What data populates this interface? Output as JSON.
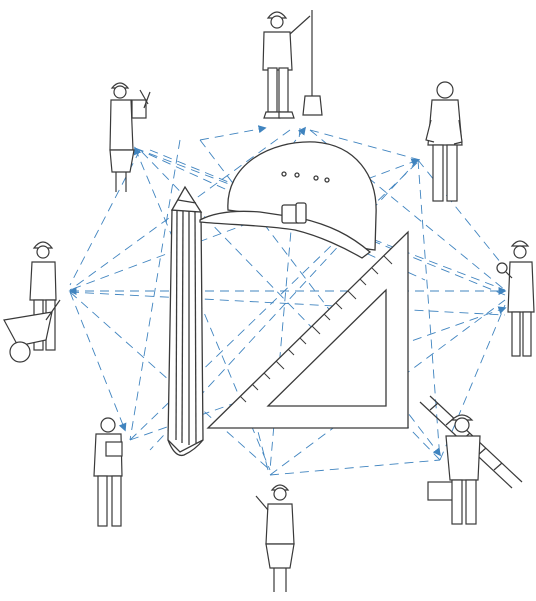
{
  "illustration": {
    "central_tools": [
      "pencil",
      "hard-hat",
      "set-square"
    ],
    "workers": [
      {
        "id": "worker-top",
        "role": "laborer with shovel",
        "icon": "shovel-worker-icon"
      },
      {
        "id": "worker-top-left",
        "role": "female engineer with clipboard and tools",
        "icon": "engineer-woman-icon"
      },
      {
        "id": "worker-top-right",
        "role": "businessman",
        "icon": "businessman-icon"
      },
      {
        "id": "worker-left",
        "role": "worker with wheelbarrow",
        "icon": "wheelbarrow-worker-icon"
      },
      {
        "id": "worker-right",
        "role": "inspector with magnifier",
        "icon": "inspector-icon"
      },
      {
        "id": "worker-bottom-left",
        "role": "woman holding folder",
        "icon": "woman-folder-icon"
      },
      {
        "id": "worker-bottom",
        "role": "woman in hard hat pointing",
        "icon": "woman-hardhat-icon"
      },
      {
        "id": "worker-bottom-right",
        "role": "worker with ladder and toolbox",
        "icon": "ladder-worker-icon"
      }
    ],
    "colors": {
      "line_art": "#3a3a3a",
      "connection": "#1f6fb5",
      "background": "#ffffff"
    }
  }
}
